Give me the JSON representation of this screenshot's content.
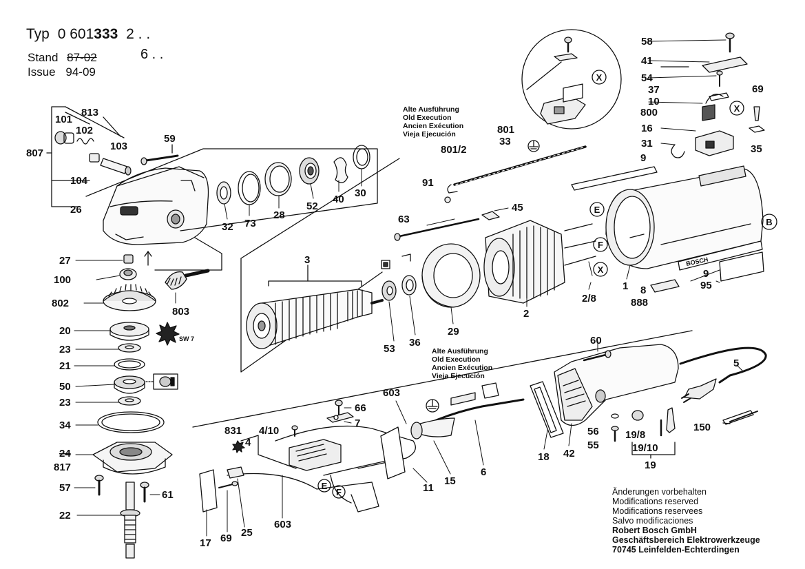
{
  "header": {
    "typ_label": "Typ",
    "typ_number_plain": "0 601",
    "typ_number_bold": "333",
    "typ_variant_1": "2 . .",
    "typ_variant_2": "6 . .",
    "stand_label": "Stand",
    "stand_value": "87-02",
    "issue_label": "Issue",
    "issue_value": "94-09"
  },
  "old_execution_note": {
    "de": "Alte Ausführung",
    "en": "Old Execution",
    "fr": "Ancien Exécution",
    "es": "Vieja Ejecución"
  },
  "footer": {
    "line1": "Änderungen vorbehalten",
    "line2": "Modifications reserved",
    "line3": "Modifications reservees",
    "line4": "Salvo modificaciones",
    "company": "Robert Bosch GmbH",
    "division": "Geschäftsbereich Elektrowerkzeuge",
    "address": "70745 Leinfelden-Echterdingen"
  },
  "markers": {
    "E": "E",
    "F": "F",
    "B": "B",
    "X": "X"
  },
  "part_labels": {
    "p813": "813",
    "p101": "101",
    "p102": "102",
    "p103": "103",
    "p807": "807",
    "p104": "104",
    "p26": "26",
    "p59": "59",
    "p32": "32",
    "p73": "73",
    "p28": "28",
    "p52": "52",
    "p40": "40",
    "p30": "30",
    "p27": "27",
    "p100": "100",
    "p802": "802",
    "p803": "803",
    "p20": "20",
    "p23a": "23",
    "p21": "21",
    "p50": "50",
    "p23b": "23",
    "p34": "34",
    "p24": "24",
    "p817": "817",
    "p57": "57",
    "p61": "61",
    "p22": "22",
    "p801_2": "801/2",
    "p801": "801",
    "p33": "33",
    "p91": "91",
    "p9": "9",
    "p63": "63",
    "p45": "45",
    "p3": "3",
    "p53": "53",
    "p36": "36",
    "p29": "29",
    "p2": "2",
    "p2_8": "2/8",
    "p1": "1",
    "p8": "8",
    "p888": "888",
    "p9b": "9",
    "p95": "95",
    "p58": "58",
    "p41": "41",
    "p54": "54",
    "p37": "37",
    "p10": "10",
    "p800": "800",
    "p69a": "69",
    "p16": "16",
    "p31": "31",
    "p35": "35",
    "p60": "60",
    "p5": "5",
    "p603a": "603",
    "p66": "66",
    "p7": "7",
    "p831": "831",
    "p4_10": "4/10",
    "p4": "4",
    "p6": "6",
    "p11": "11",
    "p15": "15",
    "p18": "18",
    "p42": "42",
    "p56": "56",
    "p55": "55",
    "p19_8": "19/8",
    "p19_10": "19/10",
    "p19": "19",
    "p150": "150",
    "p17": "17",
    "p69b": "69",
    "p25": "25",
    "p603b": "603",
    "sw7": "SW 7",
    "bosch": "BOSCH"
  }
}
